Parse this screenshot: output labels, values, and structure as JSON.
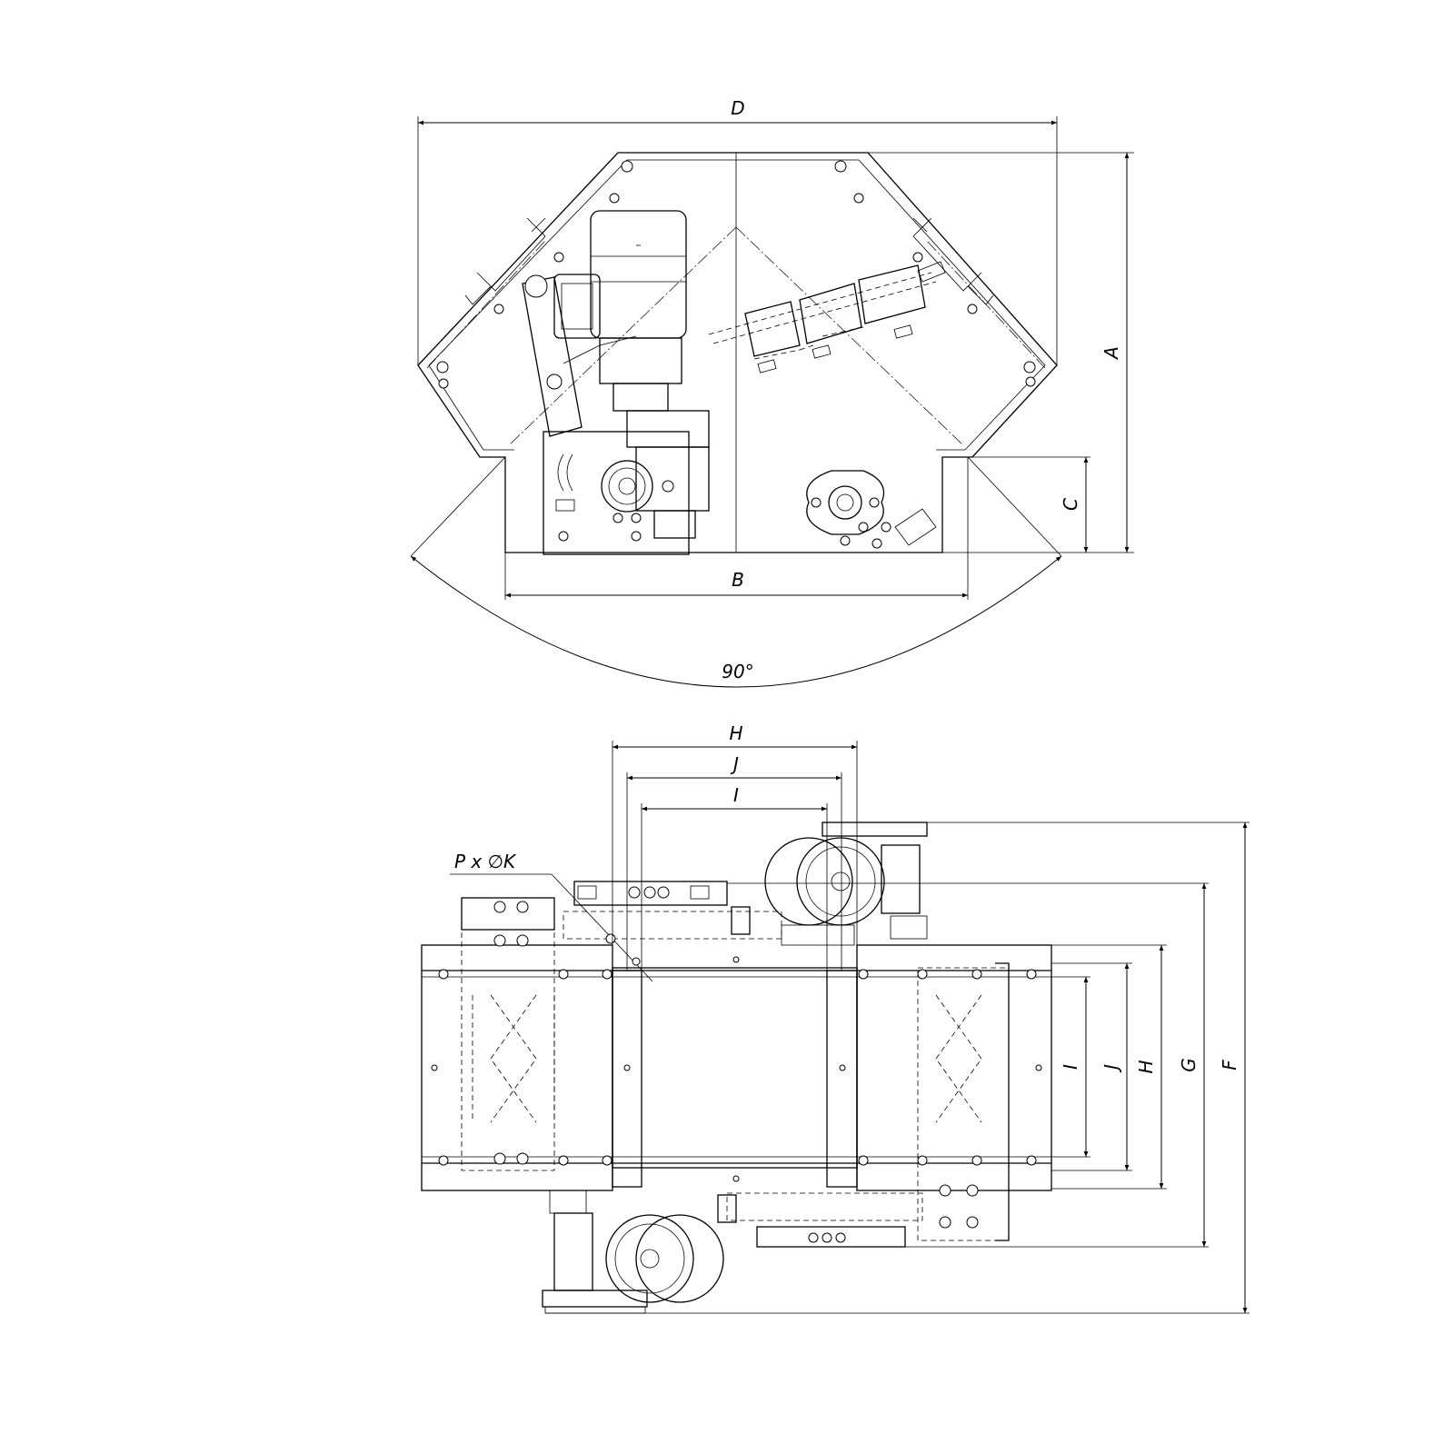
{
  "dimensions": {
    "top_view": {
      "D": "D",
      "A": "A",
      "C": "C",
      "B": "B",
      "angle": "90°"
    },
    "bottom_view": {
      "H_top": "H",
      "J_top": "J",
      "I_top": "I",
      "hole_spec": "P x ∅K",
      "I_side": "I",
      "J_side": "J",
      "H_side": "H",
      "G": "G",
      "F": "F"
    }
  }
}
